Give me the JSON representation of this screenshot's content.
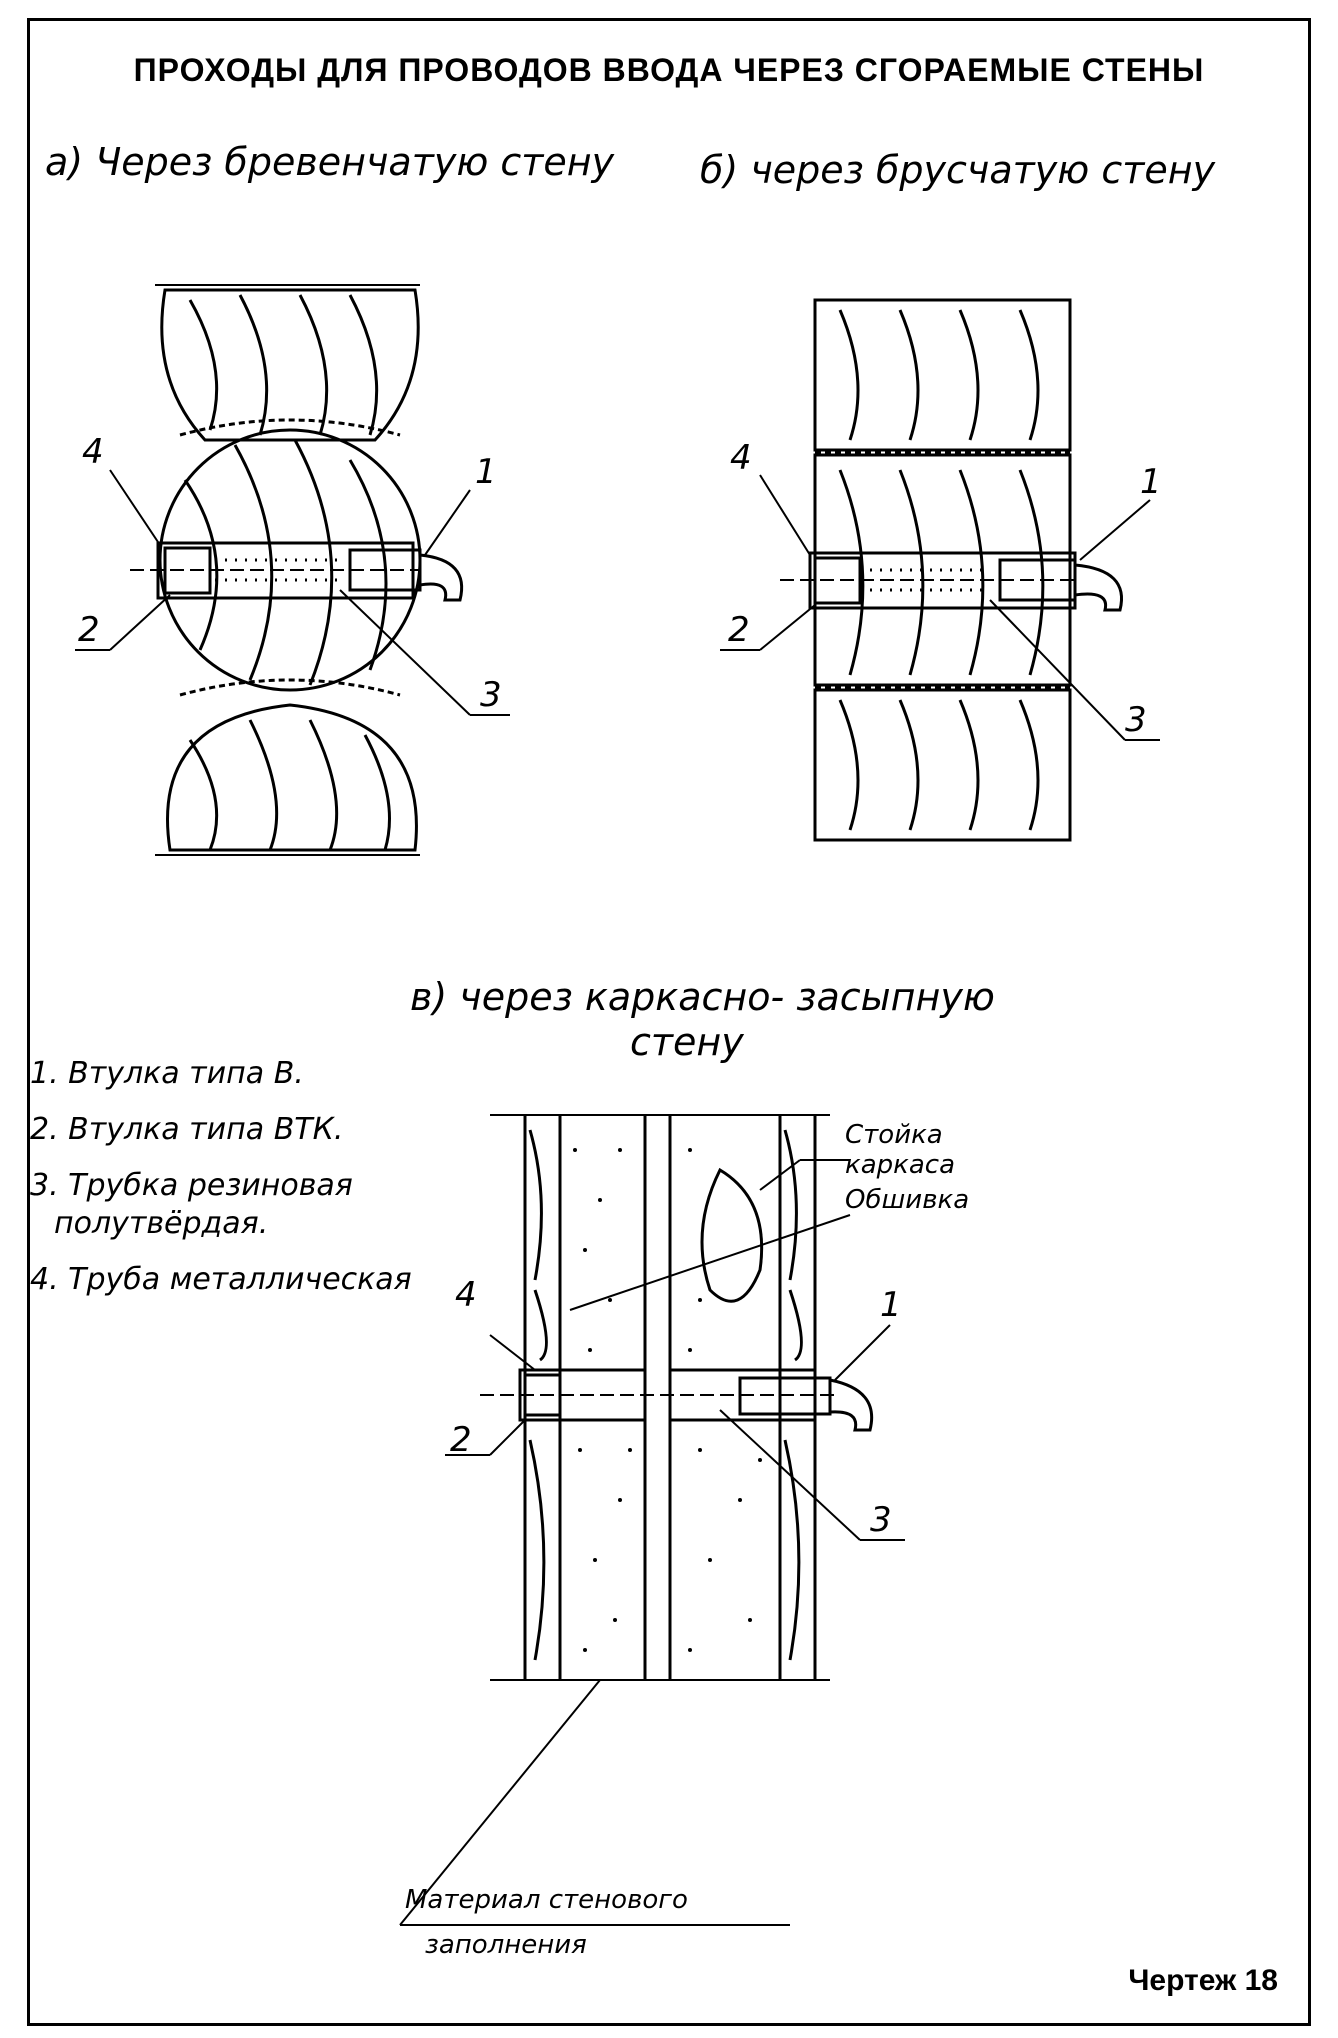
{
  "title": "ПРОХОДЫ ДЛЯ ПРОВОДОВ ВВОДА ЧЕРЕЗ СГОРАЕМЫЕ СТЕНЫ",
  "sections": {
    "a": "а) Через бревенчатую стену",
    "b": "б) через брусчатую стену",
    "c_line1": "в) через каркасно- засыпную",
    "c_line2": "стену"
  },
  "callouts": [
    "1",
    "2",
    "3",
    "4"
  ],
  "legend": [
    "1. Втулка типа В.",
    "2. Втулка типа ВТК.",
    "3. Трубка резиновая",
    "полутвёрдая.",
    "4. Труба металлическая"
  ],
  "frame_labels": {
    "stand": "Стойка",
    "stand2": "каркаса",
    "sheathing": "Обшивка",
    "fill": "Материал стенового",
    "fill2": "заполнения"
  },
  "sheet_label": "Чертеж 18"
}
